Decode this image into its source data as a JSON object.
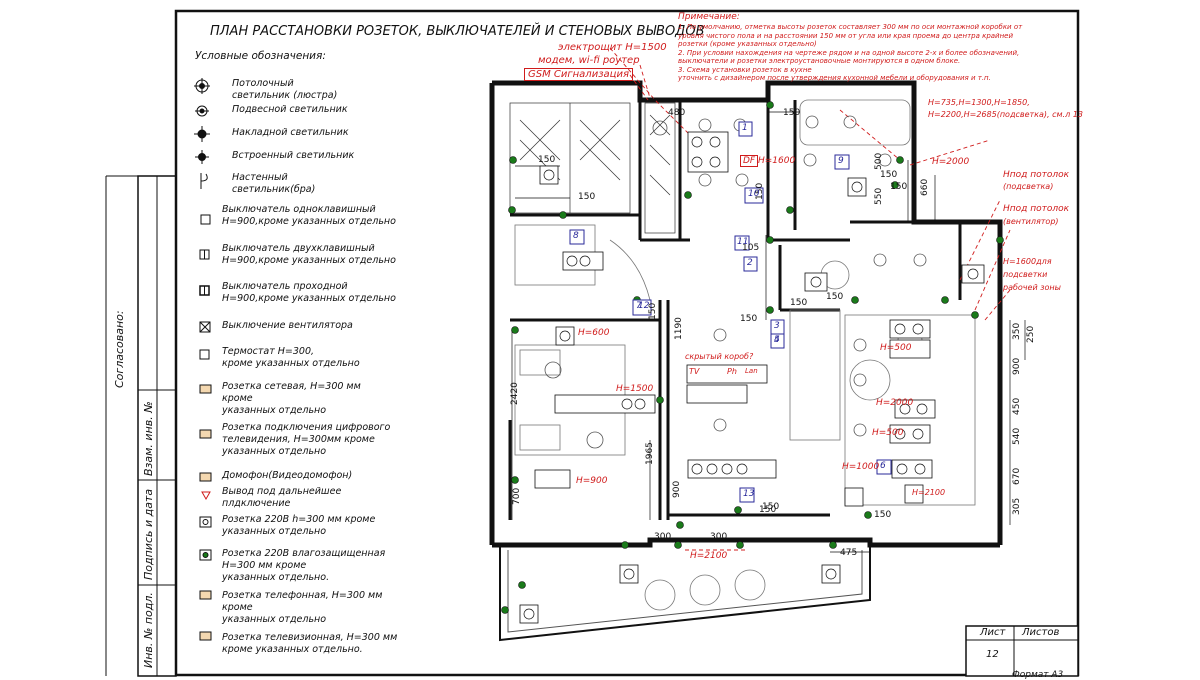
{
  "title": "ПЛАН РАССТАНОВКИ РОЗЕТОК, ВЫКЛЮЧАТЕЛЕЙ И СТЕНОВЫХ ВЫВОДОВ",
  "legend": {
    "heading": "Условные обозначения:",
    "items": [
      {
        "icon": "ceiling-light-icon",
        "lines": [
          "Потолочный",
          "светильник (люстра)"
        ]
      },
      {
        "icon": "pendant-light-icon",
        "lines": [
          "Подвесной светильник"
        ]
      },
      {
        "icon": "surface-light-icon",
        "lines": [
          "Накладной светильник"
        ]
      },
      {
        "icon": "recessed-light-icon",
        "lines": [
          "Встроенный светильник"
        ]
      },
      {
        "icon": "wall-sconce-icon",
        "lines": [
          "Настенный",
          "светильник(бра)"
        ]
      },
      {
        "icon": "single-switch-icon",
        "lines": [
          "Выключатель одноклавишный",
          "Н=900,кроме указанных отдельно"
        ]
      },
      {
        "icon": "double-switch-icon",
        "lines": [
          "Выключатель двухклавишный",
          "Н=900,кроме указанных отдельно"
        ]
      },
      {
        "icon": "pass-switch-icon",
        "lines": [
          "Выключатель проходной",
          "Н=900,кроме указанных отдельно"
        ]
      },
      {
        "icon": "fan-switch-icon",
        "lines": [
          "Выключение вентилятора"
        ]
      },
      {
        "icon": "thermostat-icon",
        "lines": [
          "Термостат Н=300,",
          "кроме указанных отдельно"
        ]
      },
      {
        "icon": "network-socket-icon",
        "lines": [
          "Розетка  сетевая, Н=300 мм",
          "кроме",
          "указанных отдельно"
        ]
      },
      {
        "icon": "digital-tv-socket-icon",
        "lines": [
          "Розетка  подключения цифрового",
          "телевидения, Н=300мм кроме",
          "указанных отдельно"
        ]
      },
      {
        "icon": "intercom-icon",
        "lines": [
          "Домофон(Видеодомофон)"
        ]
      },
      {
        "icon": "future-outlet-icon",
        "lines": [
          "Вывод под дальнейшее",
          "плдключение"
        ]
      },
      {
        "icon": "power-socket-icon",
        "lines": [
          "Розетка 220В h=300 мм кроме",
          "указанных отдельно"
        ]
      },
      {
        "icon": "waterproof-socket-icon",
        "lines": [
          "Розетка 220В влагозащищенная",
          "Н=300 мм кроме",
          "указанных отдельно."
        ]
      },
      {
        "icon": "phone-socket-icon",
        "lines": [
          "Розетка телефонная, Н=300 мм",
          "кроме",
          "указанных отдельно"
        ]
      },
      {
        "icon": "tv-socket-icon",
        "lines": [
          "Розетка телевизионная, Н=300 мм",
          "кроме указанных отдельно."
        ]
      }
    ]
  },
  "notes": {
    "heading": "Примечание:",
    "lines": [
      "1. По умолчанию, отметка высоты розеток составляет 300 мм по оси монтажной коробки от",
      "уровня чистого пола и на расстоянии 150 мм от угла или края проема до центра крайней",
      "розетки (кроме указанных отдельно)",
      "2. При условии нахождения на чертеже рядом и на одной высоте 2-х и более обозначений,",
      "выключатели и розетки электроустановочные монтируются в одном блоке.",
      "3. Схема установки розеток в кухне",
      "уточнить с дизайнером после утверждения кухонной мебели и оборудования и т.п."
    ]
  },
  "callouts": {
    "panel": "электрощит Н=1500",
    "modem": "модем, wi-fi роутер",
    "gsm": "GSM Сигнализация",
    "bath_heights": "Н=735,Н=1300,Н=1850,",
    "bath_heights2": "Н=2200,Н=2685(подсветка), см.л 13",
    "h2000_bath": "Н=2000",
    "ceiling_light": "Нпод потолок",
    "ceiling_light2": "(подсветка)",
    "ceiling_fan": "Нпод потолок",
    "ceiling_fan2": "(вентилятор)",
    "worktop": "Н=1600для",
    "worktop2": "подсветки",
    "worktop3": "рабочей зоны",
    "hidden_box": "скрытый короб?",
    "h1600": "Н=1600",
    "h600": "Н=600",
    "h1500": "Н=1500",
    "h900": "Н=900",
    "h500a": "Н=500",
    "h2000": "Н=2000",
    "h500b": "Н=500",
    "h1000": "Н=1000",
    "h2100a": "Н=2100",
    "h2100b": "Н=2100",
    "label_df": "DF",
    "label_tv": "TV",
    "label_ph": "Ph",
    "label_lan": "Lan"
  },
  "dimensions": [
    "480",
    "150",
    "150",
    "150",
    "150",
    "105",
    "150",
    "150",
    "150",
    "150",
    "660",
    "550",
    "500",
    "1190",
    "150",
    "2420",
    "1965",
    "700",
    "900",
    "150",
    "150",
    "300",
    "300",
    "475",
    "350",
    "250",
    "900",
    "450",
    "540",
    "670",
    "305",
    "150",
    "150"
  ],
  "tags": [
    "1",
    "2",
    "3",
    "4",
    "5",
    "6",
    "7",
    "8",
    "9",
    "10",
    "11",
    "12",
    "13"
  ],
  "stamp": {
    "agreed": "Согласовано:",
    "inv_vzam": "Взам. инв. №",
    "sign_date": "Подпись и дата",
    "inv_podl": "Инв. № подл.",
    "sheet": "Лист",
    "sheets": "Листов",
    "sheet_no": "12",
    "format": "Формат А3"
  }
}
